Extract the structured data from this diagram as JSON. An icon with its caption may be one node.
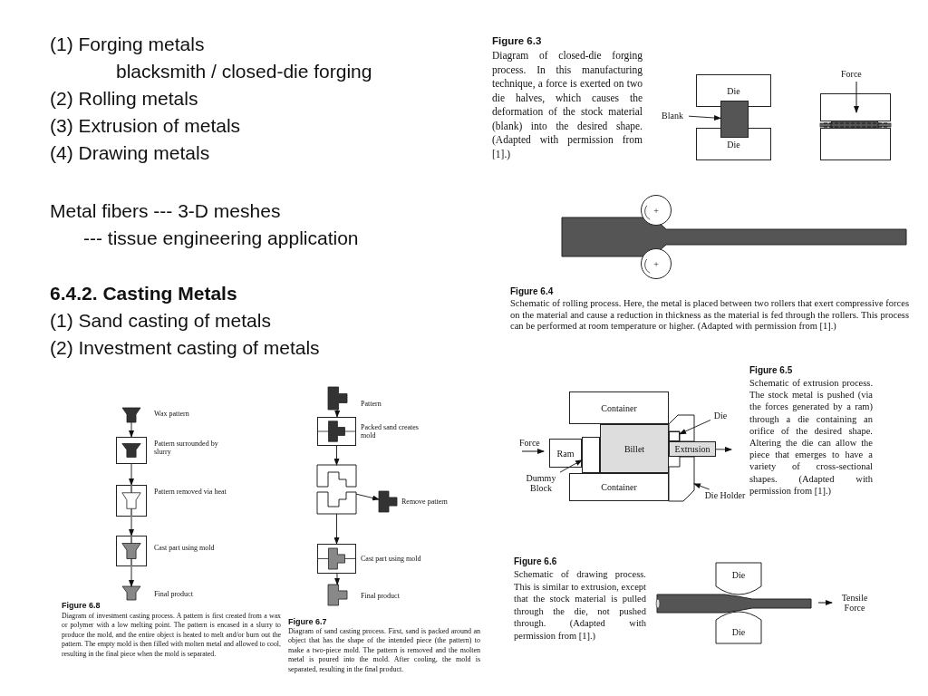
{
  "diagram": {
    "nodes": [
      {
        "text": [
          "Die"
        ]
      },
      {
        "text": [
          "Die"
        ]
      },
      {
        "text": [],
        "shape": "box"
      },
      {
        "text": [
          "Blank"
        ]
      },
      {
        "text": [],
        "shape": "box"
      },
      {
        "text": [],
        "shape": "box"
      },
      {
        "text": [
          "+"
        ]
      },
      {
        "text": [
          "+"
        ]
      },
      {
        "text": [
          "Container"
        ]
      },
      {
        "text": [
          "Ram"
        ]
      },
      {
        "text": [],
        "shape": "box"
      },
      {
        "text": [
          "Billet"
        ]
      },
      {
        "text": [
          "Extrusion"
        ]
      },
      {
        "text": [],
        "shape": "box"
      },
      {
        "text": [],
        "shape": "box"
      },
      {
        "text": [
          "Container"
        ]
      },
      {
        "text": [
          "Die"
        ]
      },
      {
        "text": [
          "Die Holder"
        ]
      },
      {
        "text": [
          "Dummy Block"
        ]
      },
      {
        "text": [
          "Die"
        ]
      },
      {
        "text": [
          "Die"
        ]
      },
      {
        "text": [],
        "shape": "trapezoid",
        "beside": [
          "Wax pattern"
        ]
      },
      {
        "text": [],
        "shape": "box",
        "beside": [
          "Pattern surrounded by slurry"
        ]
      },
      {
        "text": [],
        "shape": "box",
        "beside": [
          "Pattern removed via heat"
        ]
      },
      {
        "text": [],
        "shape": "box",
        "beside": [
          "Cast part using mold"
        ]
      },
      {
        "text": [],
        "shape": "trapezoid",
        "beside": [
          "Final product"
        ]
      },
      {
        "text": [],
        "shape": "block",
        "beside": [
          "Pattern"
        ]
      },
      {
        "text": [],
        "shape": "box",
        "beside": [
          "Packed sand creates mold"
        ]
      },
      {
        "text": [],
        "shape": "box"
      },
      {
        "text": [],
        "shape": "block",
        "beside": [
          "Remove pattern"
        ]
      },
      {
        "text": [],
        "shape": "box",
        "beside": [
          "Cast part using mold"
        ]
      },
      {
        "text": [],
        "shape": "block",
        "beside": [
          "Final product"
        ]
      }
    ],
    "edges": [
      {
        "from": 3,
        "to": 2,
        "arrow": "to"
      },
      {
        "from": 16,
        "to": 13,
        "arrow": "to"
      },
      {
        "from": 17,
        "to": 14,
        "arrow": "to"
      },
      {
        "from": 18,
        "to": 10,
        "arrow": "to"
      },
      {
        "from": 21,
        "to": 22,
        "arrow": "to"
      },
      {
        "from": 22,
        "to": 23,
        "arrow": "to"
      },
      {
        "from": 23,
        "to": 24,
        "arrow": "to"
      },
      {
        "from": 24,
        "to": 25,
        "arrow": "to"
      },
      {
        "from": 26,
        "to": 27,
        "arrow": "to"
      },
      {
        "from": 27,
        "to": 28,
        "arrow": "to"
      },
      {
        "from": 28,
        "to": 29,
        "arrow": "to"
      },
      {
        "from": 28,
        "to": 30,
        "arrow": "to"
      },
      {
        "from": 30,
        "to": 31,
        "arrow": "to"
      },
      {
        "from": 12,
        "to": null,
        "arrow": "to"
      }
    ],
    "labels": [
      "(1) Forging metals",
      "blacksmith / closed-die forging",
      "(2) Rolling metals",
      "(3) Extrusion of metals",
      "(4) Drawing metals",
      "Metal fibers --- 3-D meshes",
      "--- tissue engineering application",
      "6.4.2. Casting Metals",
      "(1) Sand casting of metals",
      "(2) Investment casting of metals",
      "Figure 6.3",
      "Diagram of closed-die forging process. In this manufacturing technique, a force is exerted on two die halves, which causes the deformation of the stock material (blank) into the desired shape. (Adapted with permission from [1].)",
      "Force",
      "Figure 6.4",
      "Schematic of rolling process. Here, the metal is placed between two rollers that exert compressive forces on the material and cause a reduction in thickness as the material is fed through the rollers. This process can be performed at room temperature or higher. (Adapted with permission from [1].)",
      "Figure 6.5",
      "Schematic of extrusion process. The stock metal is pushed (via the forces generated by a ram) through a die containing an orifice of the desired shape. Altering the die can allow the piece that emerges to have a variety of cross-sectional shapes. (Adapted with permission from [1].)",
      "Force",
      "Figure 6.6",
      "Schematic of drawing process. This is similar to extrusion, except that the stock material is pulled through the die, not pushed through. (Adapted with permission from [1].)",
      "Tensile Force",
      "Figure 6.8",
      "Diagram of investment casting process. A pattern is first created from a wax or polymer with a low melting point. The pattern is encased in a slurry to produce the mold, and the entire object is heated to melt and/or burn out the pattern. The empty mold is then filled with molten metal and allowed to cool, resulting in the final piece when the mold is separated.",
      "Figure 6.7",
      "Diagram of sand casting process. First, sand is packed around an object that has the shape of the intended piece (the pattern) to make a two-piece mold. The pattern is removed and the molten metal is poured into the mold. After cooling, the mold is separated, resulting in the final product."
    ]
  }
}
